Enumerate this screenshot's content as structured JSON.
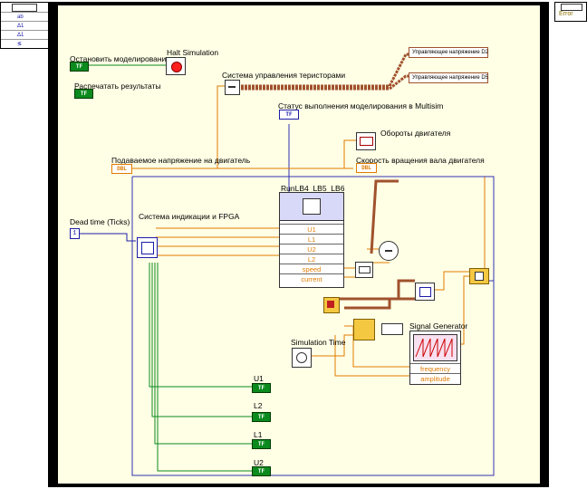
{
  "colors": {
    "boolean": "#0b8a1e",
    "numeric": "#e07b00",
    "integer": "#1c1ca8",
    "cluster": "#a0522d",
    "frame": "#000000",
    "diagram_bg": "#ffffe6"
  },
  "left_panel": {
    "items": [
      "ab",
      "Δ1",
      "Δ1",
      "≶"
    ]
  },
  "right_panel": {
    "label": "Error"
  },
  "controls": {
    "stop_sim": "Остановить моделирование",
    "print_results": "Распечатать результаты",
    "voltage": "Подаваемое напряжение на двигатель",
    "dead_time": "Dead time (Ticks)"
  },
  "terminals": {
    "tf": "TF",
    "dbl": "DBL",
    "i32": "1"
  },
  "nodes": {
    "halt": "Halt Simulation",
    "thyristor": "Система управления теристорами",
    "status": "Статус выполнения моделирования в Multisim",
    "rpm": "Обороты двигателя",
    "speed": "Скорость вращения вала двигателя",
    "indication": "Система индикации и FPGA",
    "subvi_name": "RunLB4_LB5_LB6",
    "sim_time": "Simulation Time",
    "sig_gen": "Signal Generator"
  },
  "subvi_ports": [
    "U1",
    "L1",
    "U2",
    "L2",
    "speed",
    "current"
  ],
  "siggen_ports": [
    "frequency",
    "amplitude"
  ],
  "outputs": {
    "d2": "Управляющее напряжение D2",
    "d5": "Управляющее напряжение D5"
  },
  "indicators": [
    "U1",
    "L2",
    "L1",
    "U2"
  ]
}
